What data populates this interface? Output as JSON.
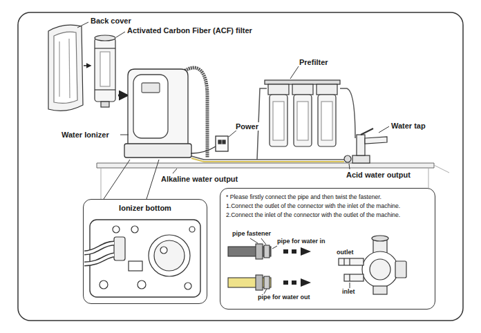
{
  "diagram": {
    "nodes": [
      {
        "text": [
          "Ionizer bottom"
        ]
      },
      {
        "text": [
          "* Please firstly connect the pipe and then twist the fastener.",
          "1.Connect the outlet of the connector with the inlet of the machine.",
          "2.Connect the inlet of the connector with the outlet of the machine."
        ]
      }
    ],
    "labels": [
      "Back cover",
      "Activated Carbon Fiber (ACF) filter",
      "Water Ionizer",
      "Power",
      "Prefilter",
      "Water tap",
      "Alkaline water output",
      "Acid water output",
      "pipe fastener",
      "pipe for water in",
      "outlet",
      "inlet",
      "pipe for water out"
    ]
  }
}
